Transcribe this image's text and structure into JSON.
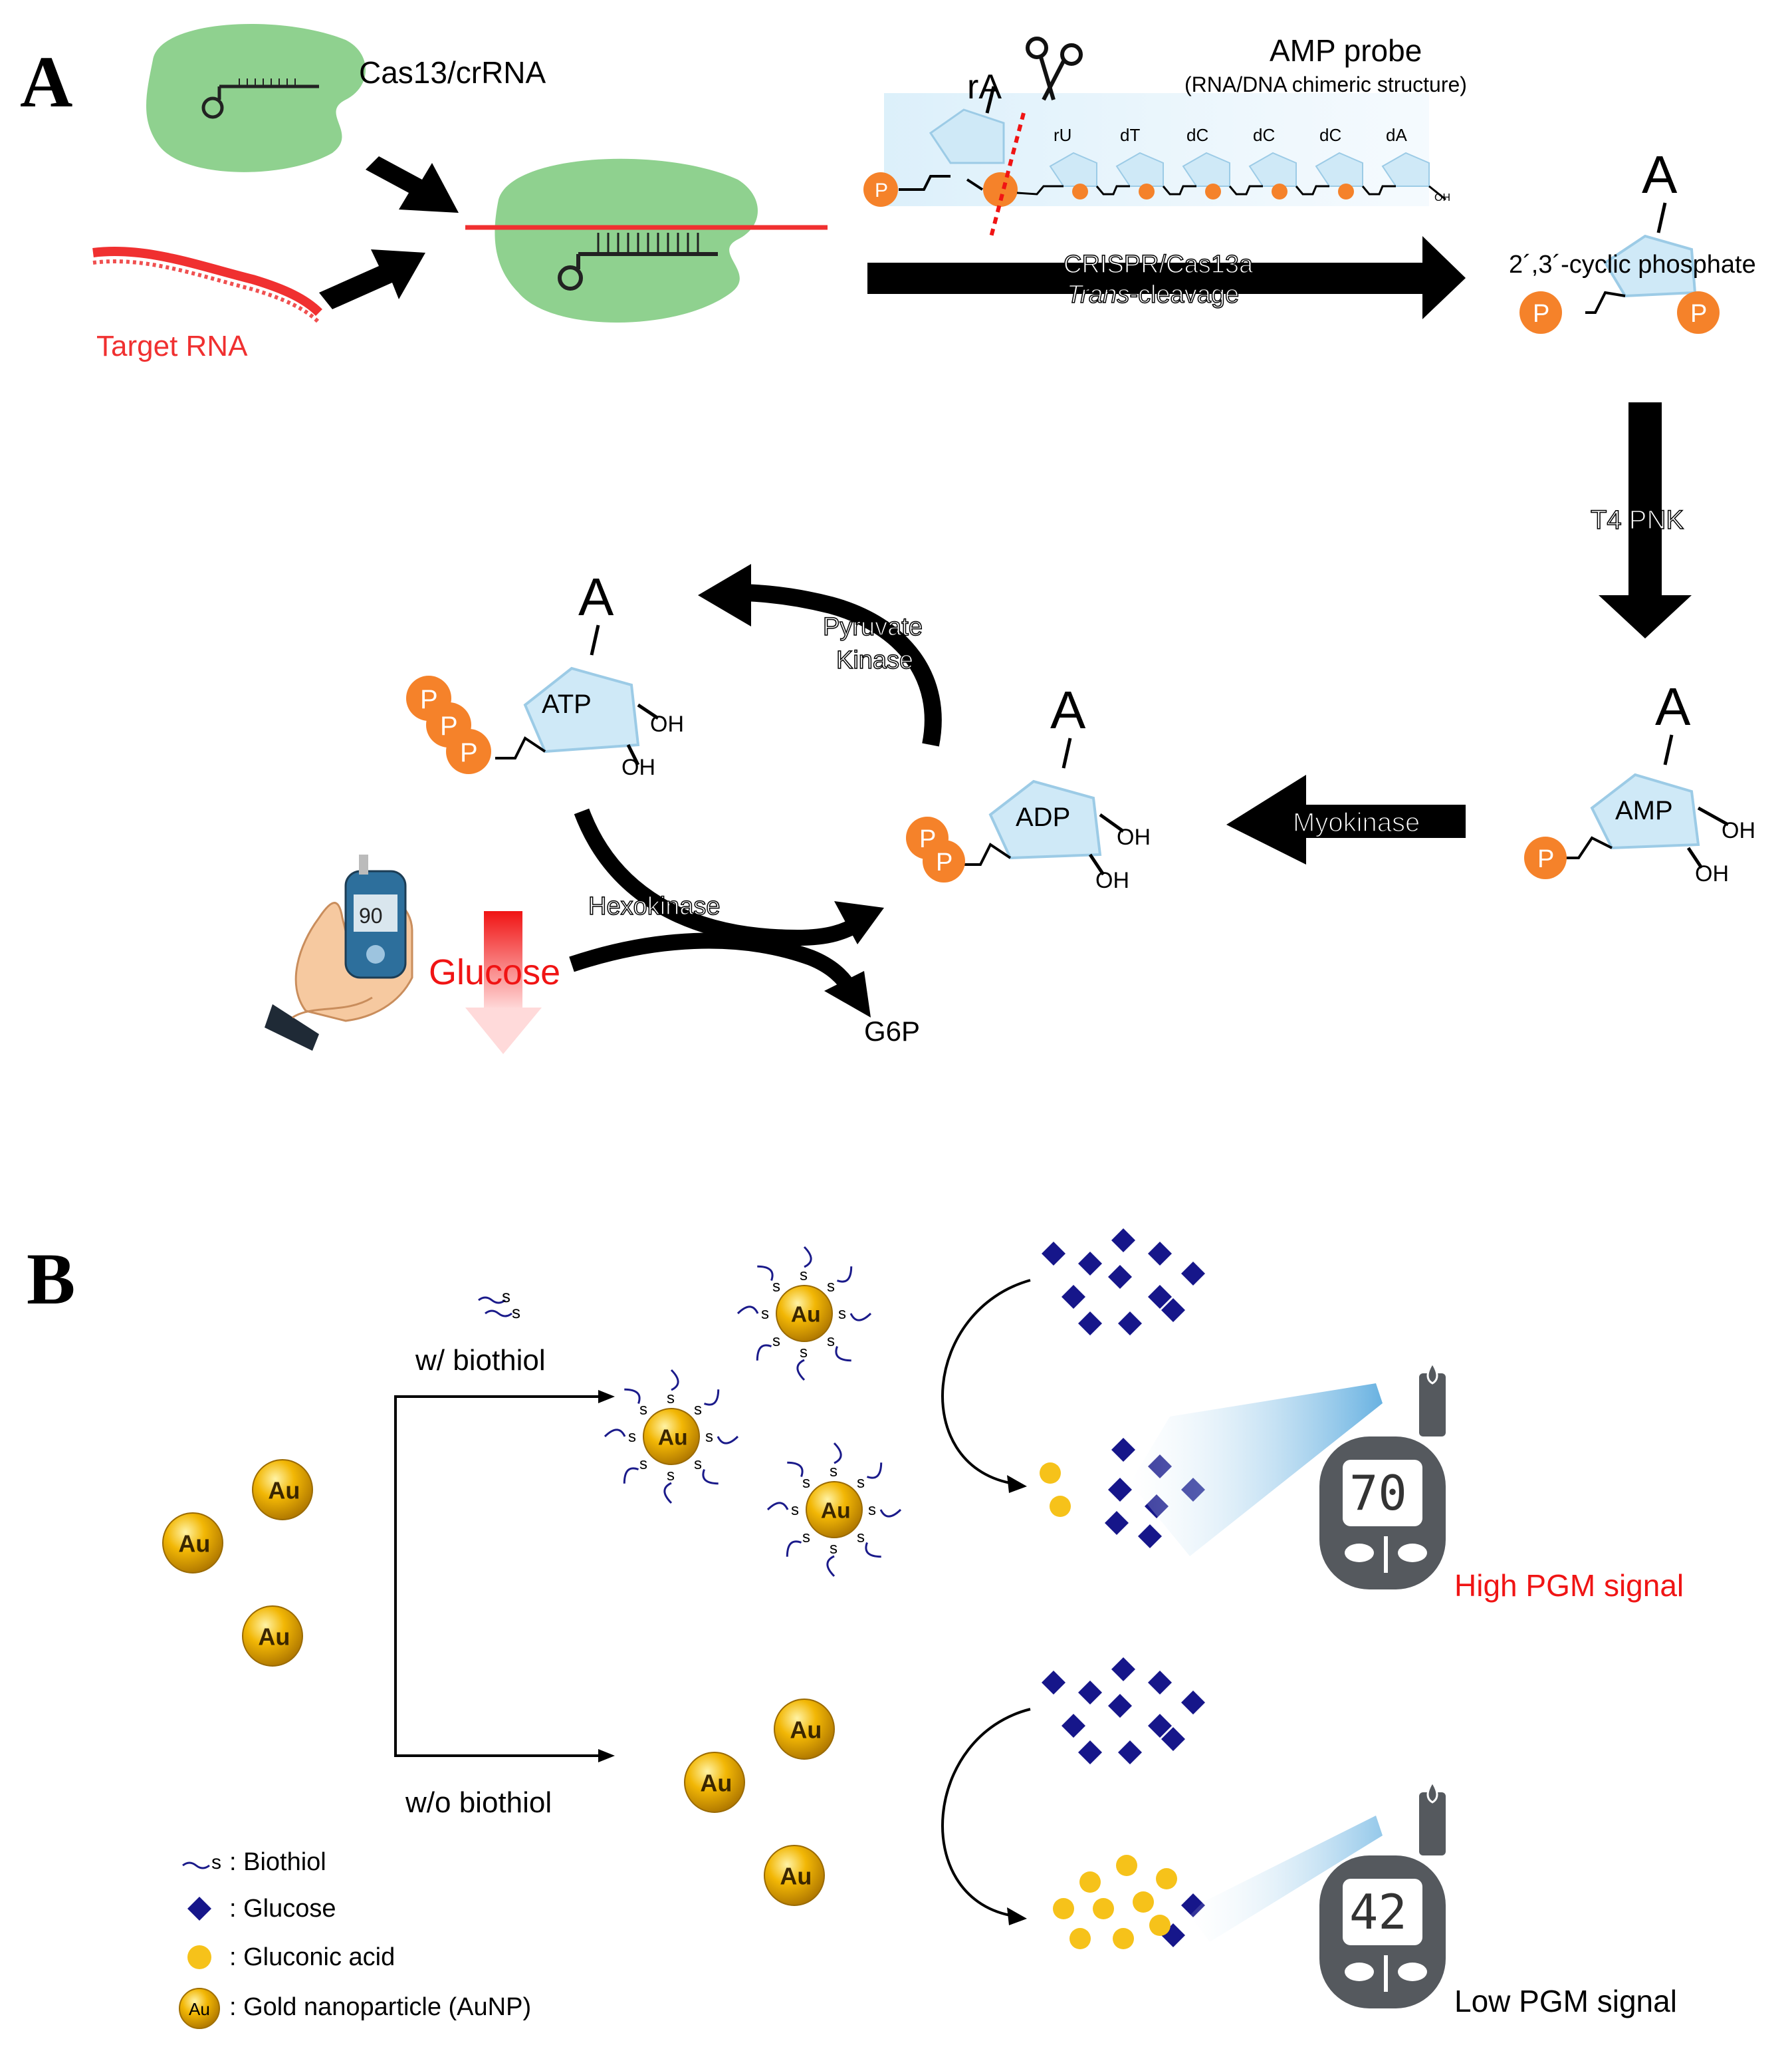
{
  "panel_a": {
    "label": "A",
    "cas13_label": "Cas13/crRNA",
    "target_label": "Target RNA",
    "probe_title": "AMP probe",
    "probe_subtitle": "(RNA/DNA chimeric structure)",
    "ra_label": "rA",
    "nucleotides": [
      "rU",
      "dT",
      "dC",
      "dC",
      "dC",
      "dA"
    ],
    "oh_small": "OH",
    "p_label": "P",
    "cleavage_line1": "CRISPR/Cas13a",
    "cleavage_line2_italic": "Trans",
    "cleavage_line2_rest": "-cleavage",
    "cyclic_label": "2´,3´-cyclic phosphate",
    "base_letter": "A",
    "t4pnk_label": "T4 PNK",
    "amp_label": "AMP",
    "adp_label": "ADP",
    "atp_label": "ATP",
    "oh_label": "OH",
    "myokinase_label": "Myokinase",
    "pyruvate_line1": "Pyruvate",
    "pyruvate_line2": "Kinase",
    "hexokinase_label": "Hexokinase",
    "g6p_label": "G6P",
    "glucose_label": "Glucose",
    "meter_reading": "90"
  },
  "panel_b": {
    "label": "B",
    "with_label": "w/ biothiol",
    "without_label": "w/o biothiol",
    "au_label": "Au",
    "s_label": "s",
    "high_signal": "High PGM signal",
    "low_signal": "Low PGM signal",
    "meter_high": "70",
    "meter_low": "42",
    "legend": [
      {
        "symbol": "biothiol",
        "text": ": Biothiol"
      },
      {
        "symbol": "glucose",
        "text": ": Glucose"
      },
      {
        "symbol": "gluconic",
        "text": ": Gluconic acid"
      },
      {
        "symbol": "aunp",
        "text": ": Gold nanoparticle (AuNP)"
      }
    ]
  },
  "colors": {
    "cas_green": "#8fd18f",
    "target_red": "#f03030",
    "phosphate_orange": "#f5822a",
    "sugar_blue": "#cfe9f7",
    "gold": "#f2b705",
    "glucose_navy": "#16168a",
    "gluconic_yellow": "#f6c21a",
    "meter_gray": "#55595e",
    "signal_red": "#f01414"
  }
}
